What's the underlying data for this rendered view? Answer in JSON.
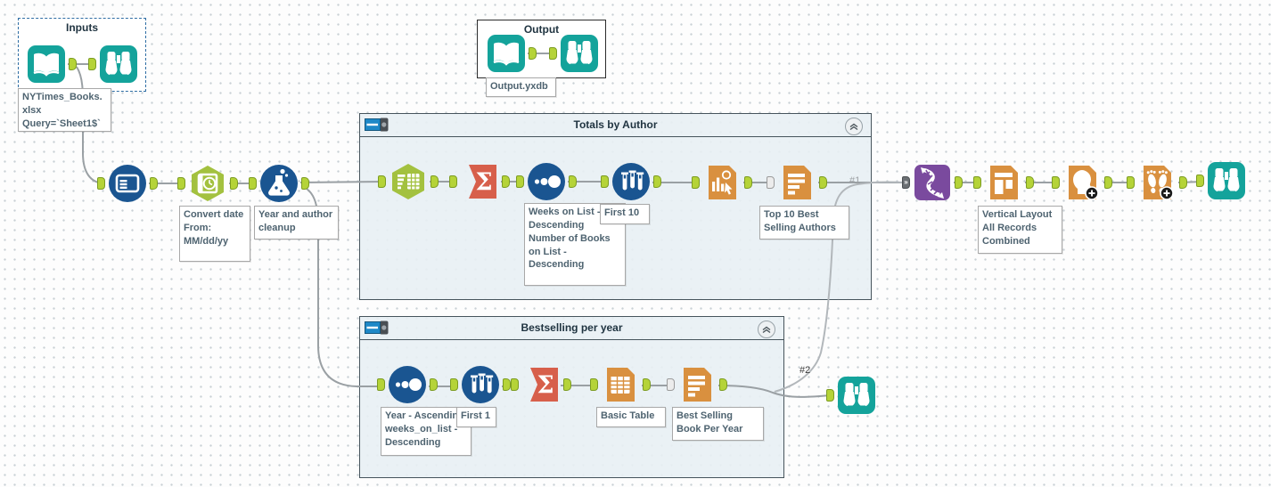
{
  "colors": {
    "tool_teal": "#14a39b",
    "tool_blue": "#1a5591",
    "tool_green": "#a3c13f",
    "tool_salmon": "#d75f4b",
    "tool_orange": "#d9903f",
    "tool_purple": "#7a4a9e",
    "anchor_green": "#b5d338",
    "wire_gray": "#9aa0a4",
    "container_fill": "#e8f0f4",
    "container_border": "#46545c",
    "selected_container_border": "#2e6da4",
    "annotation_text": "#4e6370",
    "header_icon_blue": "#1e88c7"
  },
  "containers": {
    "inputs": {
      "title": "Inputs"
    },
    "output": {
      "title": "Output"
    },
    "totals_by_author": {
      "title": "Totals by Author"
    },
    "bestselling_per_year": {
      "title": "Bestselling per year"
    }
  },
  "annotations": {
    "input_file": "NYTimes_Books.xlsx\nQuery=`Sheet1$`",
    "output_file": "Output.yxdb",
    "datetime_note": "Convert date\nFrom:\nMM/dd/yy",
    "formula_note": "Year and author cleanup",
    "totals_sort_note": "Weeks on List - Descending\nNumber of Books on List - Descending",
    "totals_sample_note": "First 10",
    "totals_report_note": "Top 10 Best Selling Authors",
    "layout_note": "Vertical Layout\nAll Records Combined",
    "year_sort_note": "Year - Ascending weeks_on_list - Descending",
    "year_sample_note": "First 1",
    "year_table_note": "Basic Table",
    "year_report_note": "Best Selling Book Per Year"
  },
  "wire_labels": {
    "union_input_1": "#1",
    "union_input_2": "#2"
  },
  "icons": {
    "input_data_tool": "open-book",
    "browse_tool": "binoculars",
    "select_tool": "window-table",
    "datetime_tool": "calendar-clock",
    "formula_tool": "flask",
    "crosstab_tool": "list-to-grid",
    "summarize_tool": "sigma",
    "sort_tool": "three-dots",
    "sample_tool": "test-tubes",
    "interactive_chart_tool": "chart-with-cursor",
    "report_text_tool": "text-lines-page",
    "union_tool": "zipper",
    "layout_tool": "layout-blocks-page",
    "report_header_tool": "head-plus",
    "report_footer_tool": "footprints-plus",
    "table_tool": "grid-page",
    "container_collapse": "chevrons-up"
  }
}
